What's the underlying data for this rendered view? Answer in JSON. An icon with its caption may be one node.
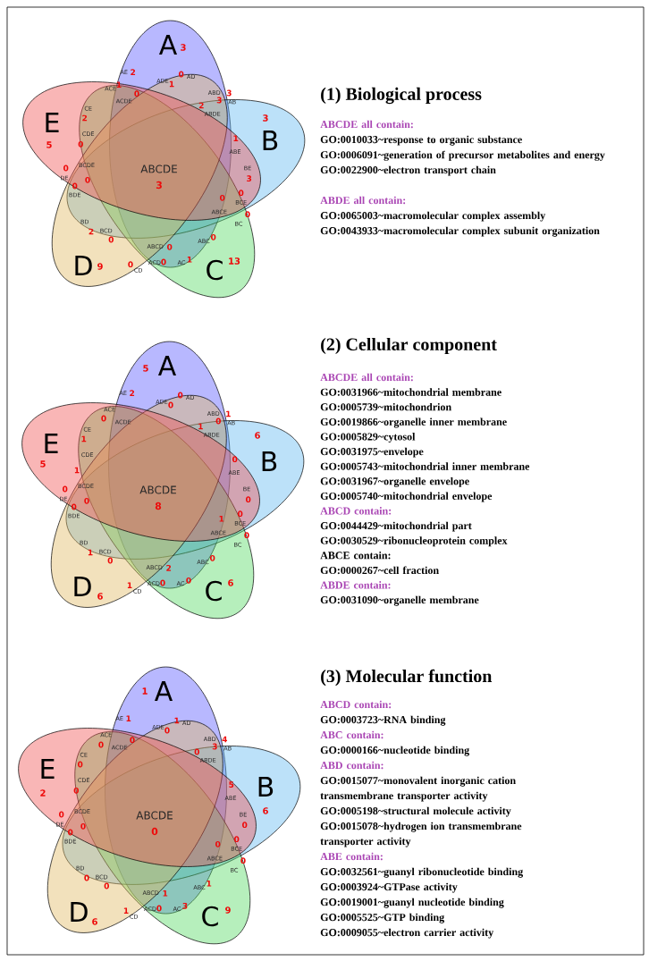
{
  "diagram": {
    "nodes": [
      {
        "text": [
          "A"
        ]
      },
      {
        "text": [
          "B"
        ]
      },
      {
        "text": [
          "C"
        ]
      },
      {
        "text": [
          "D"
        ]
      },
      {
        "text": [
          "E"
        ]
      },
      {
        "text": [
          "A"
        ]
      },
      {
        "text": [
          "B"
        ]
      },
      {
        "text": [
          "C"
        ]
      },
      {
        "text": [
          "D"
        ]
      },
      {
        "text": [
          "E"
        ]
      },
      {
        "text": [
          "A"
        ]
      },
      {
        "text": [
          "B"
        ]
      },
      {
        "text": [
          "C"
        ]
      },
      {
        "text": [
          "D"
        ]
      },
      {
        "text": [
          "E"
        ]
      }
    ],
    "labels": [
      "3",
      "3",
      "13",
      "9",
      "5",
      "AE",
      "2",
      "AD",
      "0",
      "ADE",
      "1",
      "ACE",
      "1",
      "ACDE",
      "0",
      "ABD",
      "3",
      "AB",
      "3",
      "ABDE",
      "2",
      "CE",
      "2",
      "CDE",
      "0",
      "ABE",
      "1",
      "BCDE",
      "0",
      "DE",
      "0",
      "BDE",
      "0",
      "BE",
      "3",
      "ABCDE",
      "3",
      "ABCE",
      "0",
      "BCE",
      "0",
      "BC",
      "0",
      "BD",
      "2",
      "BCD",
      "0",
      "ABCD",
      "0",
      "ABC",
      "0",
      "ACD",
      "0",
      "AC",
      "1",
      "CD",
      "0",
      "(1) Biological process",
      "ABCDE all contain:",
      "GO:0010033~response to organic substance",
      "GO:0006091~generation of precursor metabolites and energy",
      "GO:0022900~electron transport chain",
      "ABDE all contain:",
      "GO:0065003~macromolecular complex assembly",
      "GO:0043933~macromolecular complex subunit organization",
      "5",
      "6",
      "6",
      "6",
      "5",
      "AE",
      "2",
      "AD",
      "0",
      "ADE",
      "0",
      "ACE",
      "0",
      "ACDE",
      "ABD",
      "0",
      "AB",
      "1",
      "ABDE",
      "1",
      "CE",
      "1",
      "CDE",
      "1",
      "ABE",
      "0",
      "BCDE",
      "0",
      "DE",
      "0",
      "BDE",
      "0",
      "BE",
      "0",
      "ABCDE",
      "8",
      "ABCE",
      "1",
      "BCE",
      "0",
      "BC",
      "0",
      "BD",
      "1",
      "BCD",
      "0",
      "ABCD",
      "2",
      "ABC",
      "0",
      "ACD",
      "0",
      "AC",
      "0",
      "CD",
      "1",
      "(2) Cellular component",
      "ABCDE all contain:",
      "GO:0031966~mitochondrial membrane",
      "GO:0005739~mitochondrion",
      "GO:0019866~organelle inner membrane",
      "GO:0005829~cytosol",
      "GO:0031975~envelope",
      "GO:0005743~mitochondrial inner membrane",
      "GO:0031967~organelle envelope",
      "GO:0005740~mitochondrial envelope",
      "ABCD contain:",
      "GO:0044429~mitochondrial part",
      "GO:0030529~ribonucleoprotein complex",
      "ABCE contain:",
      "GO:0000267~cell fraction",
      "ABDE contain:",
      "GO:0031090~organelle membrane",
      "1",
      "6",
      "9",
      "6",
      "2",
      "AE",
      "1",
      "AD",
      "1",
      "ADE",
      "0",
      "ACE",
      "0",
      "ACDE",
      "0",
      "ABD",
      "3",
      "AB",
      "4",
      "ABDE",
      "0",
      "CE",
      "0",
      "CDE",
      "0",
      "ABE",
      "5",
      "BCDE",
      "0",
      "DE",
      "0",
      "BDE",
      "0",
      "BE",
      "0",
      "ABCDE",
      "0",
      "ABCE",
      "0",
      "BCE",
      "0",
      "BC",
      "0",
      "BD",
      "0",
      "BCD",
      "0",
      "ABCD",
      "1",
      "ABC",
      "1",
      "ACD",
      "0",
      "AC",
      "3",
      "CD",
      "1",
      "(3) Molecular function",
      "ABCD contain:",
      "GO:0003723~RNA binding",
      "ABC contain:",
      "GO:0000166~nucleotide binding",
      "ABD contain:",
      "GO:0015077~monovalent inorganic cation transmembrane transporter activity",
      "GO:0005198~structural molecule activity",
      "GO:0015078~hydrogen ion transmembrane transporter activity",
      "ABE contain:",
      "GO:0032561~guanyl ribonucleotide binding",
      "GO:0003924~GTPase activity",
      "GO:0019001~guanyl nucleotide binding",
      "GO:0005525~GTP binding",
      "GO:0009055~electron carrier activity"
    ]
  }
}
